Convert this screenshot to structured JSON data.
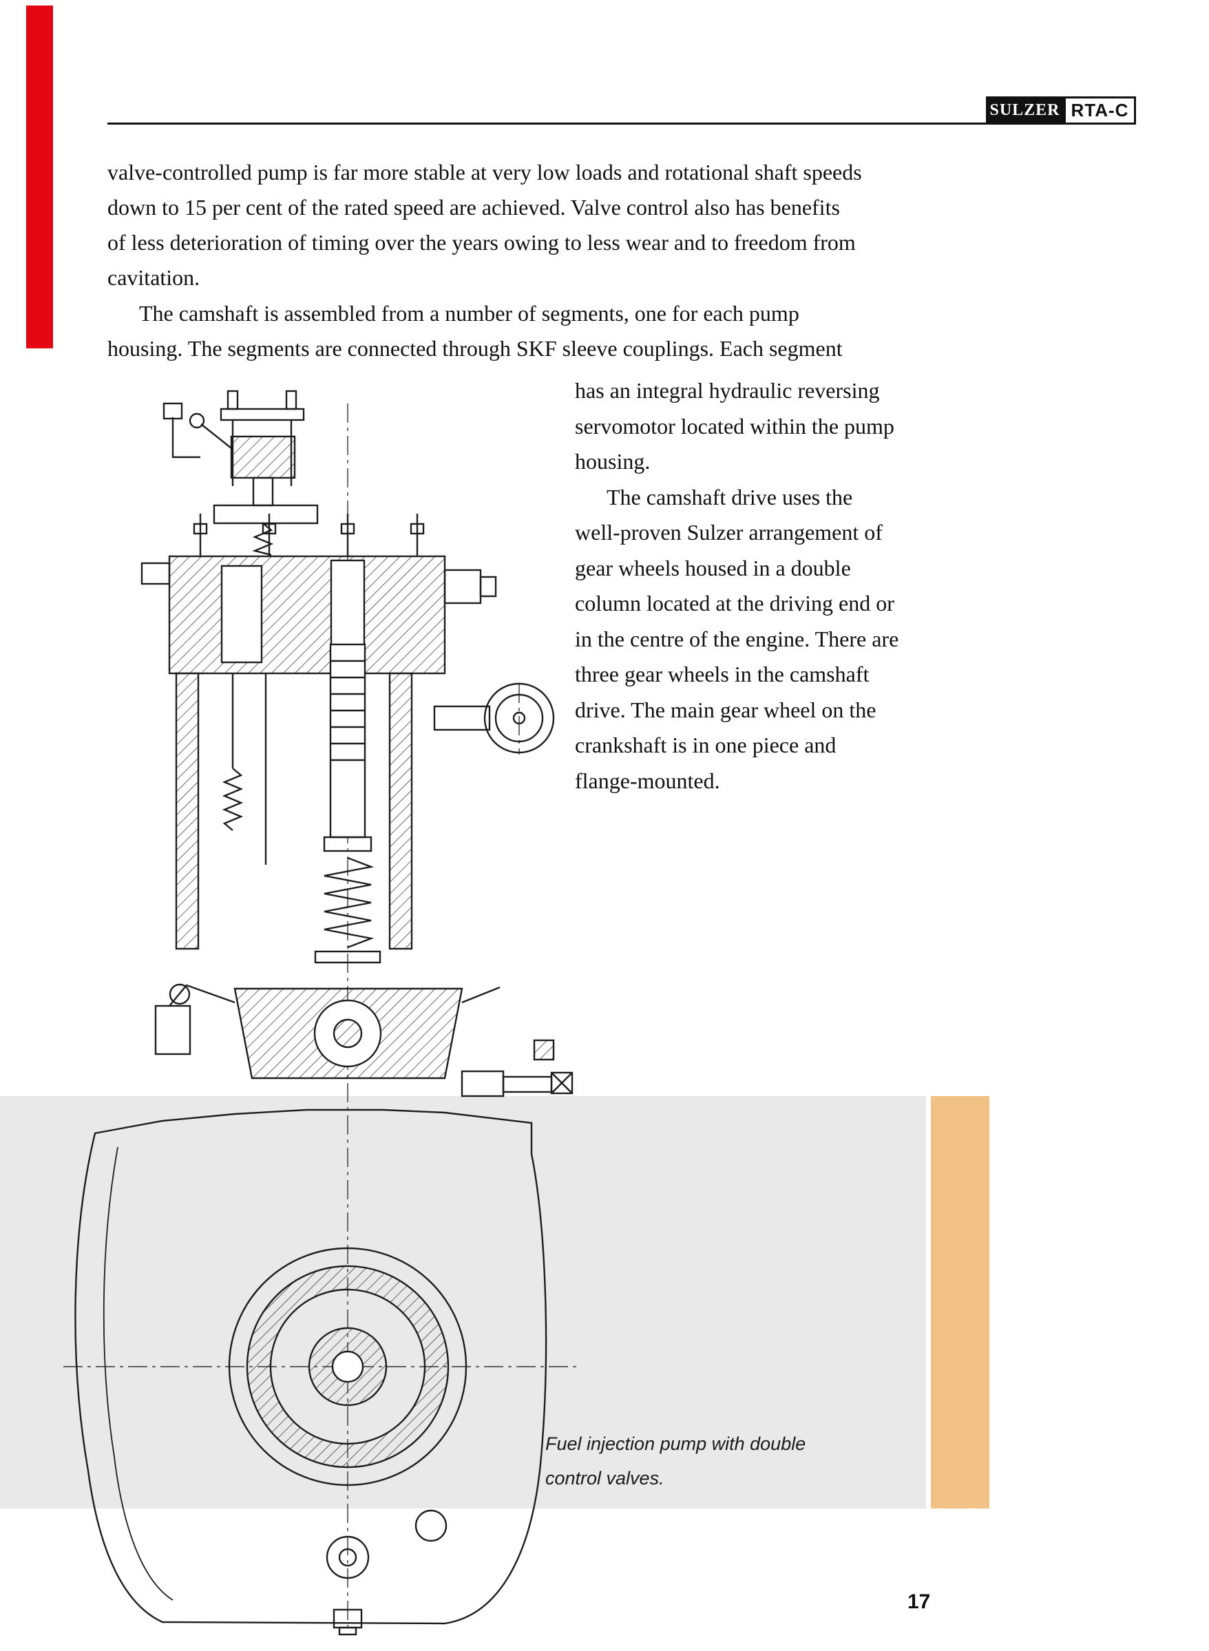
{
  "header": {
    "brand": "SULZER",
    "model": "RTA-C"
  },
  "body": {
    "p1_lines": [
      "valve-controlled pump is far more stable at very low loads and rotational shaft speeds",
      "down to 15 per cent of the rated speed are achieved. Valve control also has benefits",
      "of less deterioration of timing over the years owing to less wear and to freedom from",
      "cavitation."
    ],
    "p2_lines": [
      "The camshaft is assembled from a number of segments, one for each pump",
      "housing. The segments are connected through SKF sleeve couplings. Each segment"
    ],
    "col2_intro_lines": [
      "has an integral hydraulic reversing",
      "servomotor located within the pump",
      "housing."
    ],
    "col2_para_lines": [
      "The camshaft drive uses the",
      "well-proven Sulzer arrangement of",
      "gear wheels housed in a double",
      "column located at the driving end or",
      "in the centre of the engine. There are",
      "three gear wheels in the camshaft",
      "drive. The main gear wheel on the",
      "crankshaft is in one piece and",
      "flange-mounted."
    ]
  },
  "figure": {
    "caption_lines": [
      "Fuel injection pump with double",
      "control valves."
    ]
  },
  "footer": {
    "page_number": "17"
  },
  "colors": {
    "accent_red": "#e30613",
    "band_gray": "#e9e9e9",
    "bar_orange": "#f2c185",
    "ink": "#111111"
  }
}
